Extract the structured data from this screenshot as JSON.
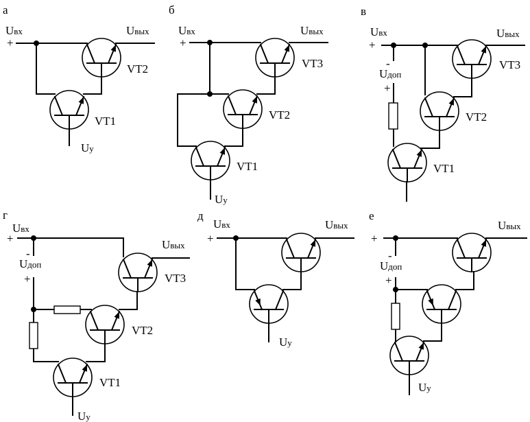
{
  "figure": {
    "panels": [
      {
        "id": "a",
        "label": "а",
        "input_label": {
          "main": "U",
          "sub": "вх"
        },
        "output_label": {
          "main": "U",
          "sub": "вых"
        },
        "control_label": {
          "main": "U",
          "sub": "у"
        },
        "input_sign": "+",
        "transistors": [
          {
            "name": "VT2",
            "type": "n-p-n",
            "role": "output"
          },
          {
            "name": "VT1",
            "type": "n-p-n",
            "role": "control"
          }
        ],
        "has_extra_supply": false
      },
      {
        "id": "b",
        "label": "б",
        "input_label": {
          "main": "U",
          "sub": "вх"
        },
        "output_label": {
          "main": "U",
          "sub": "вых"
        },
        "control_label": {
          "main": "U",
          "sub": "у"
        },
        "input_sign": "+",
        "transistors": [
          {
            "name": "VT3",
            "type": "n-p-n",
            "role": "output"
          },
          {
            "name": "VT2",
            "type": "n-p-n",
            "role": "intermediate"
          },
          {
            "name": "VT1",
            "type": "n-p-n",
            "role": "control"
          }
        ],
        "has_extra_supply": false
      },
      {
        "id": "v",
        "label": "в",
        "input_label": {
          "main": "U",
          "sub": "вх"
        },
        "output_label": {
          "main": "U",
          "sub": "вых"
        },
        "extra_supply_label": {
          "main": "U",
          "sub": "доп"
        },
        "input_sign": "+",
        "supply_minus": "-",
        "supply_plus": "+",
        "transistors": [
          {
            "name": "VT3",
            "type": "n-p-n",
            "role": "output"
          },
          {
            "name": "VT2",
            "type": "n-p-n",
            "role": "intermediate"
          },
          {
            "name": "VT1",
            "type": "n-p-n",
            "role": "control"
          }
        ],
        "resistors": 1,
        "has_extra_supply": true
      },
      {
        "id": "g",
        "label": "г",
        "input_label": {
          "main": "U",
          "sub": "вх"
        },
        "output_label": {
          "main": "U",
          "sub": "вых"
        },
        "control_label": {
          "main": "U",
          "sub": "у"
        },
        "extra_supply_label": {
          "main": "U",
          "sub": "доп"
        },
        "input_sign": "+",
        "supply_minus": "-",
        "supply_plus": "+",
        "transistors": [
          {
            "name": "VT3",
            "type": "n-p-n",
            "role": "output"
          },
          {
            "name": "VT2",
            "type": "n-p-n",
            "role": "intermediate"
          },
          {
            "name": "VT1",
            "type": "n-p-n",
            "role": "control"
          }
        ],
        "resistors": 2,
        "has_extra_supply": true
      },
      {
        "id": "d",
        "label": "д",
        "input_label": {
          "main": "U",
          "sub": "вх"
        },
        "output_label": {
          "main": "U",
          "sub": "вых"
        },
        "control_label": {
          "main": "U",
          "sub": "у"
        },
        "input_sign": "+",
        "transistors": [
          {
            "name": "",
            "type": "n-p-n",
            "role": "output"
          },
          {
            "name": "",
            "type": "p-n-p",
            "role": "control"
          }
        ],
        "has_extra_supply": false
      },
      {
        "id": "e",
        "label": "е",
        "output_label": {
          "main": "U",
          "sub": "вых"
        },
        "control_label": {
          "main": "U",
          "sub": "у"
        },
        "extra_supply_label": {
          "main": "U",
          "sub": "доп"
        },
        "input_sign": "+",
        "supply_minus": "-",
        "supply_plus": "+",
        "transistors": [
          {
            "name": "",
            "type": "n-p-n",
            "role": "output"
          },
          {
            "name": "",
            "type": "p-n-p",
            "role": "intermediate"
          },
          {
            "name": "",
            "type": "n-p-n",
            "role": "control"
          }
        ],
        "resistors": 1,
        "has_extra_supply": true
      }
    ]
  }
}
